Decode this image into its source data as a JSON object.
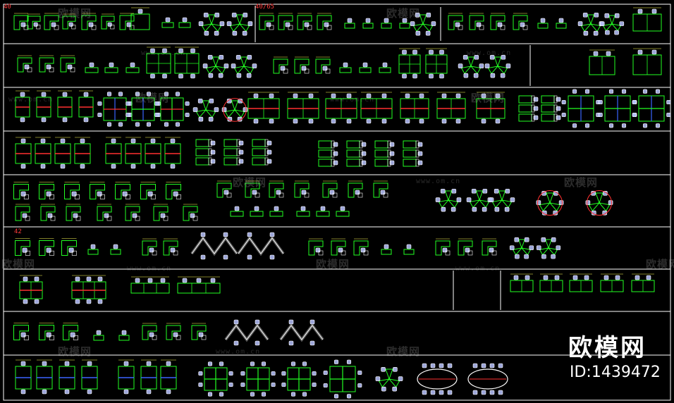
{
  "labels": [
    {
      "text": "40",
      "tone": "red"
    },
    {
      "text": "40/65",
      "tone": "red"
    },
    {
      "text": "42",
      "tone": "red"
    }
  ],
  "watermark": {
    "name": "欧模网",
    "site": "www.om.cn"
  },
  "brand": {
    "name": "欧模网",
    "id": "ID:1439472"
  },
  "colors": {
    "background": "#000000",
    "frame": "#ffffff",
    "desk": "#22ff22",
    "chair": "#b9c3ff",
    "chair_frame": "#ffffff",
    "accent_red": "#ff3030",
    "accent_blue": "#3a64ff",
    "dimension": "#ffff55"
  }
}
